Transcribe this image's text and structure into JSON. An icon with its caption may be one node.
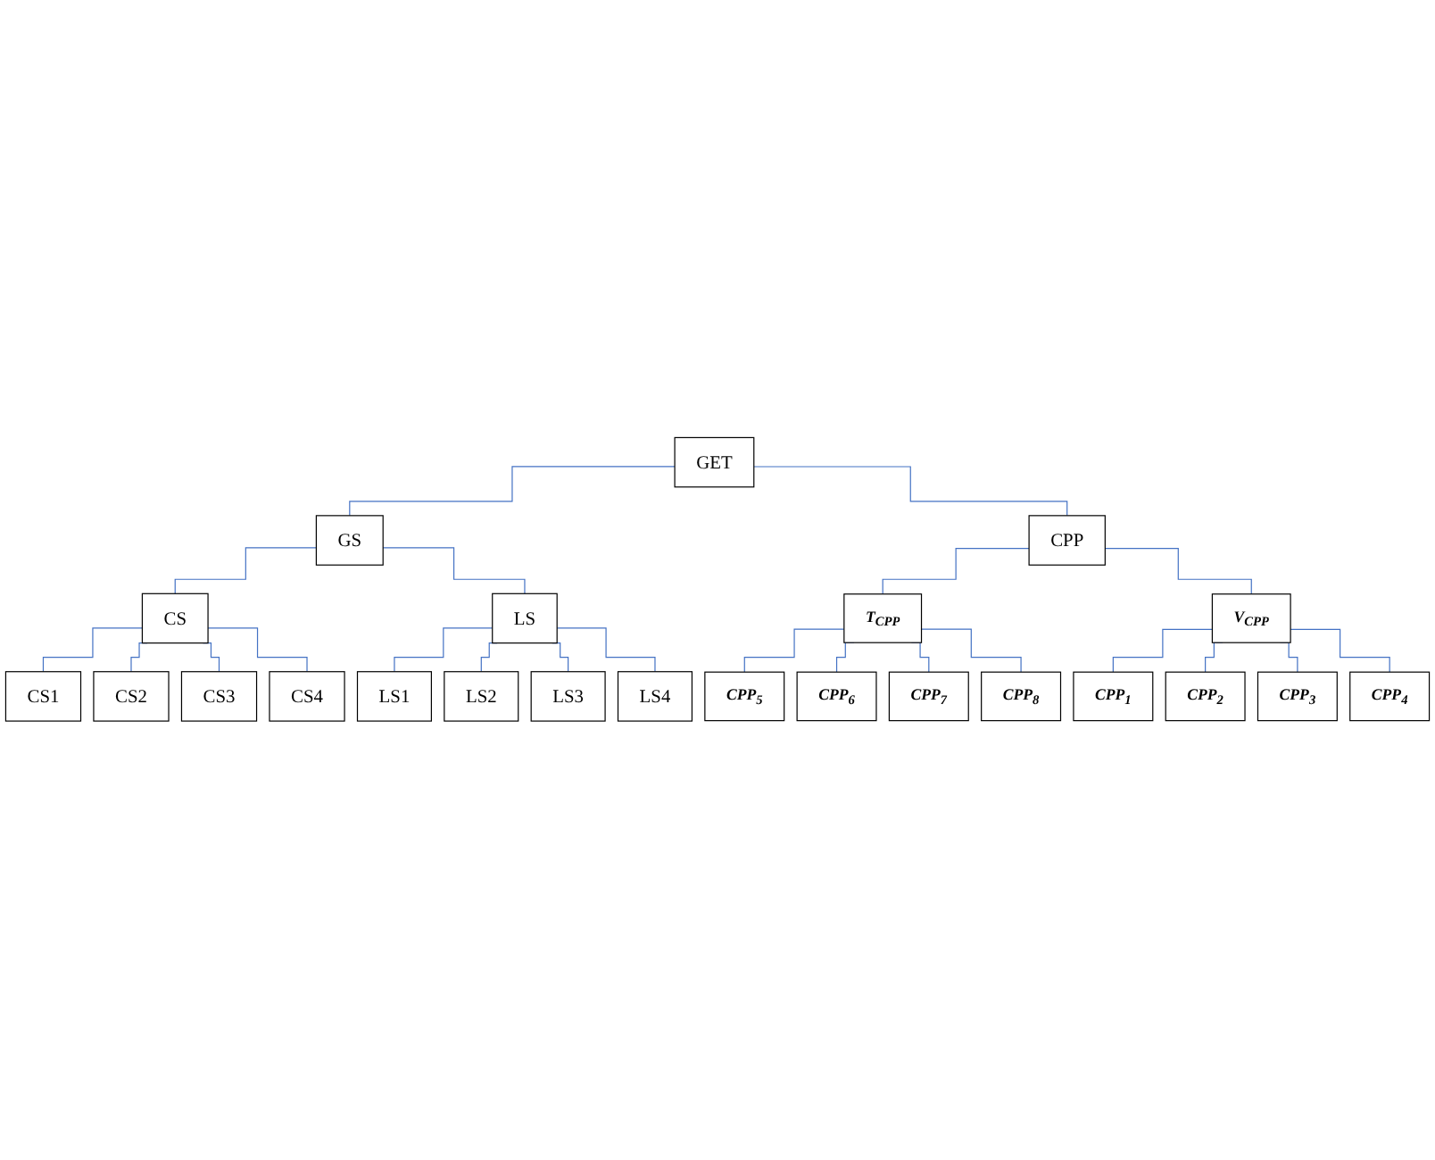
{
  "diagram": {
    "nodes": [
      {
        "text": [
          "GET"
        ]
      },
      {
        "text": [
          "GS"
        ]
      },
      {
        "text": [
          "CPP"
        ]
      },
      {
        "text": [
          "CS"
        ]
      },
      {
        "text": [
          "LS"
        ]
      },
      {
        "text": [
          "T$_{CPP}$"
        ]
      },
      {
        "text": [
          "V$_{CPP}$"
        ]
      },
      {
        "text": [
          "CS1"
        ]
      },
      {
        "text": [
          "CS2"
        ]
      },
      {
        "text": [
          "CS3"
        ]
      },
      {
        "text": [
          "CS4"
        ]
      },
      {
        "text": [
          "LS1"
        ]
      },
      {
        "text": [
          "LS2"
        ]
      },
      {
        "text": [
          "LS3"
        ]
      },
      {
        "text": [
          "LS4"
        ]
      },
      {
        "text": [
          "CPP$_{5}$"
        ]
      },
      {
        "text": [
          "CPP$_{6}$"
        ]
      },
      {
        "text": [
          "CPP$_{7}$"
        ]
      },
      {
        "text": [
          "CPP$_{8}$"
        ]
      },
      {
        "text": [
          "CPP$_{1}$"
        ]
      },
      {
        "text": [
          "CPP$_{2}$"
        ]
      },
      {
        "text": [
          "CPP$_{3}$"
        ]
      },
      {
        "text": [
          "CPP$_{4}$"
        ]
      }
    ],
    "edges": [
      {
        "from": 0,
        "to": 1,
        "arrow": "none"
      },
      {
        "from": 0,
        "to": 2,
        "arrow": "none"
      },
      {
        "from": 1,
        "to": 3,
        "arrow": "none"
      },
      {
        "from": 1,
        "to": 4,
        "arrow": "none"
      },
      {
        "from": 2,
        "to": 5,
        "arrow": "none"
      },
      {
        "from": 2,
        "to": 6,
        "arrow": "none"
      },
      {
        "from": 3,
        "to": 7,
        "arrow": "none"
      },
      {
        "from": 3,
        "to": 8,
        "arrow": "none"
      },
      {
        "from": 3,
        "to": 9,
        "arrow": "none"
      },
      {
        "from": 3,
        "to": 10,
        "arrow": "none"
      },
      {
        "from": 4,
        "to": 11,
        "arrow": "none"
      },
      {
        "from": 4,
        "to": 12,
        "arrow": "none"
      },
      {
        "from": 4,
        "to": 13,
        "arrow": "none"
      },
      {
        "from": 4,
        "to": 14,
        "arrow": "none"
      },
      {
        "from": 5,
        "to": 15,
        "arrow": "none"
      },
      {
        "from": 5,
        "to": 16,
        "arrow": "none"
      },
      {
        "from": 5,
        "to": 17,
        "arrow": "none"
      },
      {
        "from": 5,
        "to": 18,
        "arrow": "none"
      },
      {
        "from": 6,
        "to": 19,
        "arrow": "none"
      },
      {
        "from": 6,
        "to": 20,
        "arrow": "none"
      },
      {
        "from": 6,
        "to": 21,
        "arrow": "none"
      },
      {
        "from": 6,
        "to": 22,
        "arrow": "none"
      }
    ]
  }
}
